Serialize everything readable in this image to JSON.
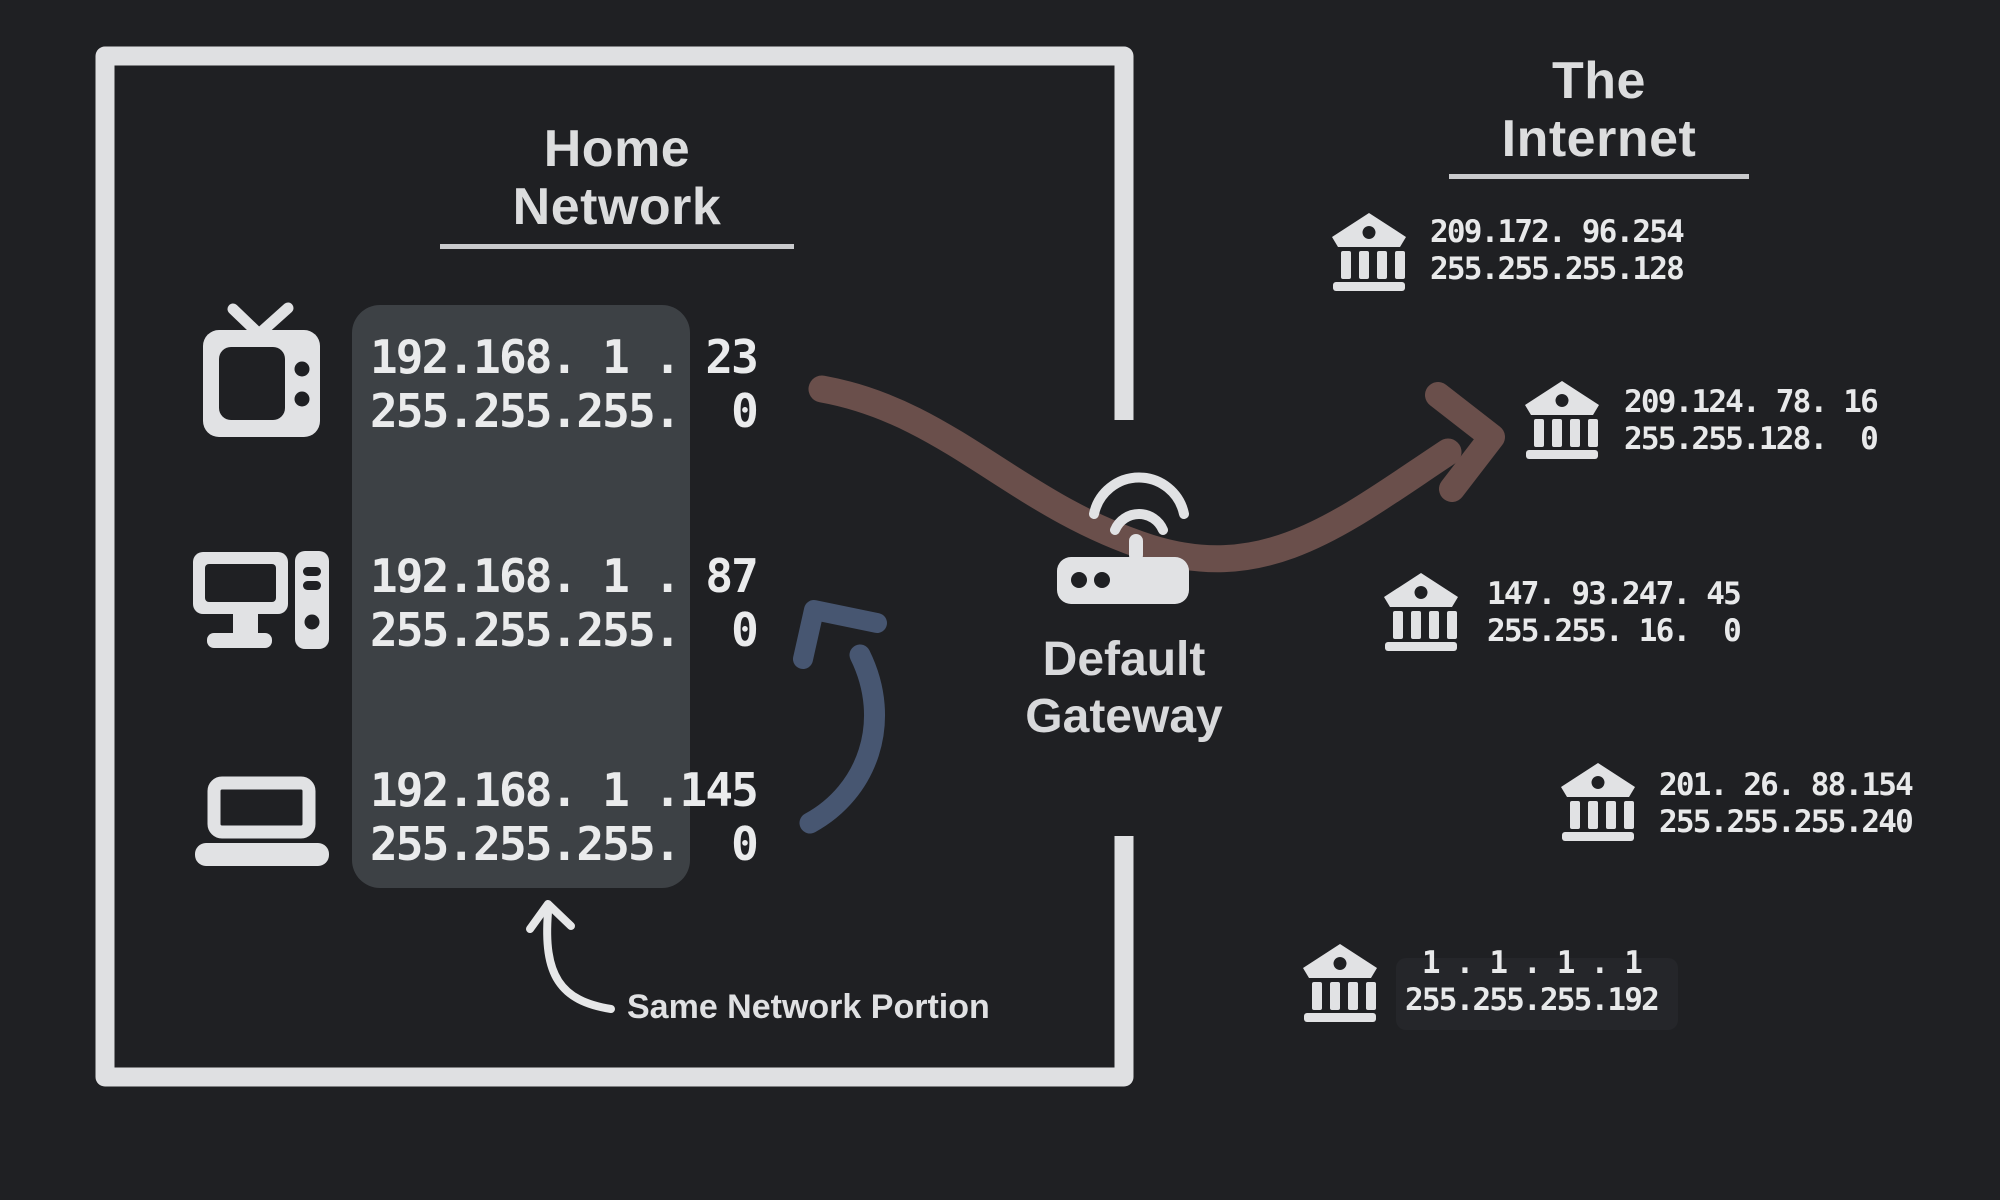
{
  "colors": {
    "background": "#1f2023",
    "foreground": "#e0e1e2",
    "highlight_box": "#3d4145",
    "arrow_brown": "#6a4f4b",
    "arrow_blue": "#475671"
  },
  "home_network": {
    "title": "Home Network",
    "devices": [
      {
        "icon": "tv-icon",
        "ip": "192.168. 1 . 23",
        "subnet_mask": "255.255.255.  0"
      },
      {
        "icon": "desktop-icon",
        "ip": "192.168. 1 . 87",
        "subnet_mask": "255.255.255.  0"
      },
      {
        "icon": "laptop-icon",
        "ip": "192.168. 1 .145",
        "subnet_mask": "255.255.255.  0"
      }
    ],
    "annotation": "Same Network Portion"
  },
  "gateway": {
    "icon": "router-icon",
    "line1": "Default",
    "line2": "Gateway"
  },
  "internet": {
    "title": "The Internet",
    "servers": [
      {
        "icon": "bank-icon",
        "ip": "209.172. 96.254",
        "subnet_mask": "255.255.255.128"
      },
      {
        "icon": "bank-icon",
        "ip": "209.124. 78. 16",
        "subnet_mask": "255.255.128.  0"
      },
      {
        "icon": "bank-icon",
        "ip": "147. 93.247. 45",
        "subnet_mask": "255.255. 16.  0"
      },
      {
        "icon": "bank-icon",
        "ip": "201. 26. 88.154",
        "subnet_mask": "255.255.255.240"
      },
      {
        "icon": "bank-icon",
        "ip": " 1 . 1 . 1 . 1",
        "subnet_mask": "255.255.255.192"
      }
    ]
  }
}
